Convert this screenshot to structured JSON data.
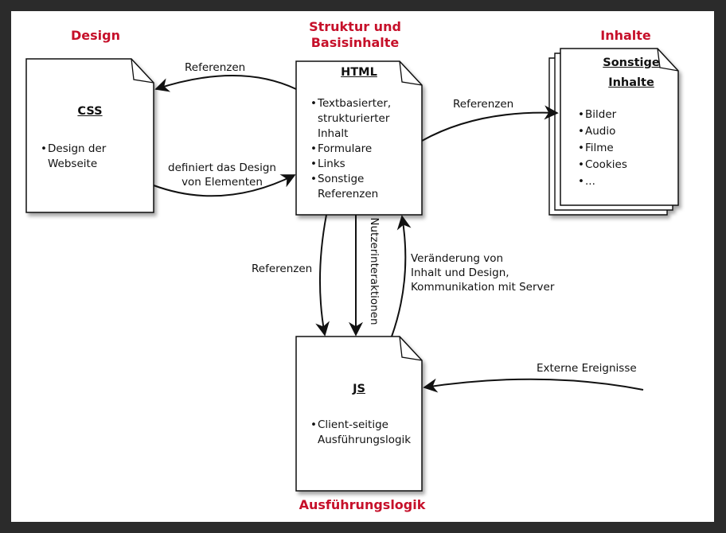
{
  "sections": {
    "design": "Design",
    "structure_line1": "Struktur und",
    "structure_line2": "Basisinhalte",
    "inhalte": "Inhalte",
    "logic": "Ausführungslogik"
  },
  "css_doc": {
    "title": "CSS",
    "bullets": [
      "Design der Webseite"
    ]
  },
  "html_doc": {
    "title": "HTML",
    "bullets": [
      "Textbasierter, strukturierter Inhalt",
      "Formulare",
      "Links",
      "Sonstige Referenzen"
    ]
  },
  "content_doc": {
    "title_line1": "Sonstige",
    "title_line2": "Inhalte",
    "bullets": [
      "Bilder",
      "Audio",
      "Filme",
      "Cookies",
      "..."
    ]
  },
  "js_doc": {
    "title": "JS",
    "bullets": [
      "Client-seitige Ausführungslogik"
    ]
  },
  "edges": {
    "html_to_css": "Referenzen",
    "css_to_html_line1": "definiert das Design",
    "css_to_html_line2": "von Elementen",
    "html_to_content": "Referenzen",
    "html_to_js": "Referenzen",
    "interactions": "Nutzerinteraktionen",
    "js_to_html_line1": "Veränderung von",
    "js_to_html_line2": "Inhalt und Design,",
    "js_to_html_line3": "Kommunikation mit Server",
    "external": "Externe Ereignisse"
  }
}
